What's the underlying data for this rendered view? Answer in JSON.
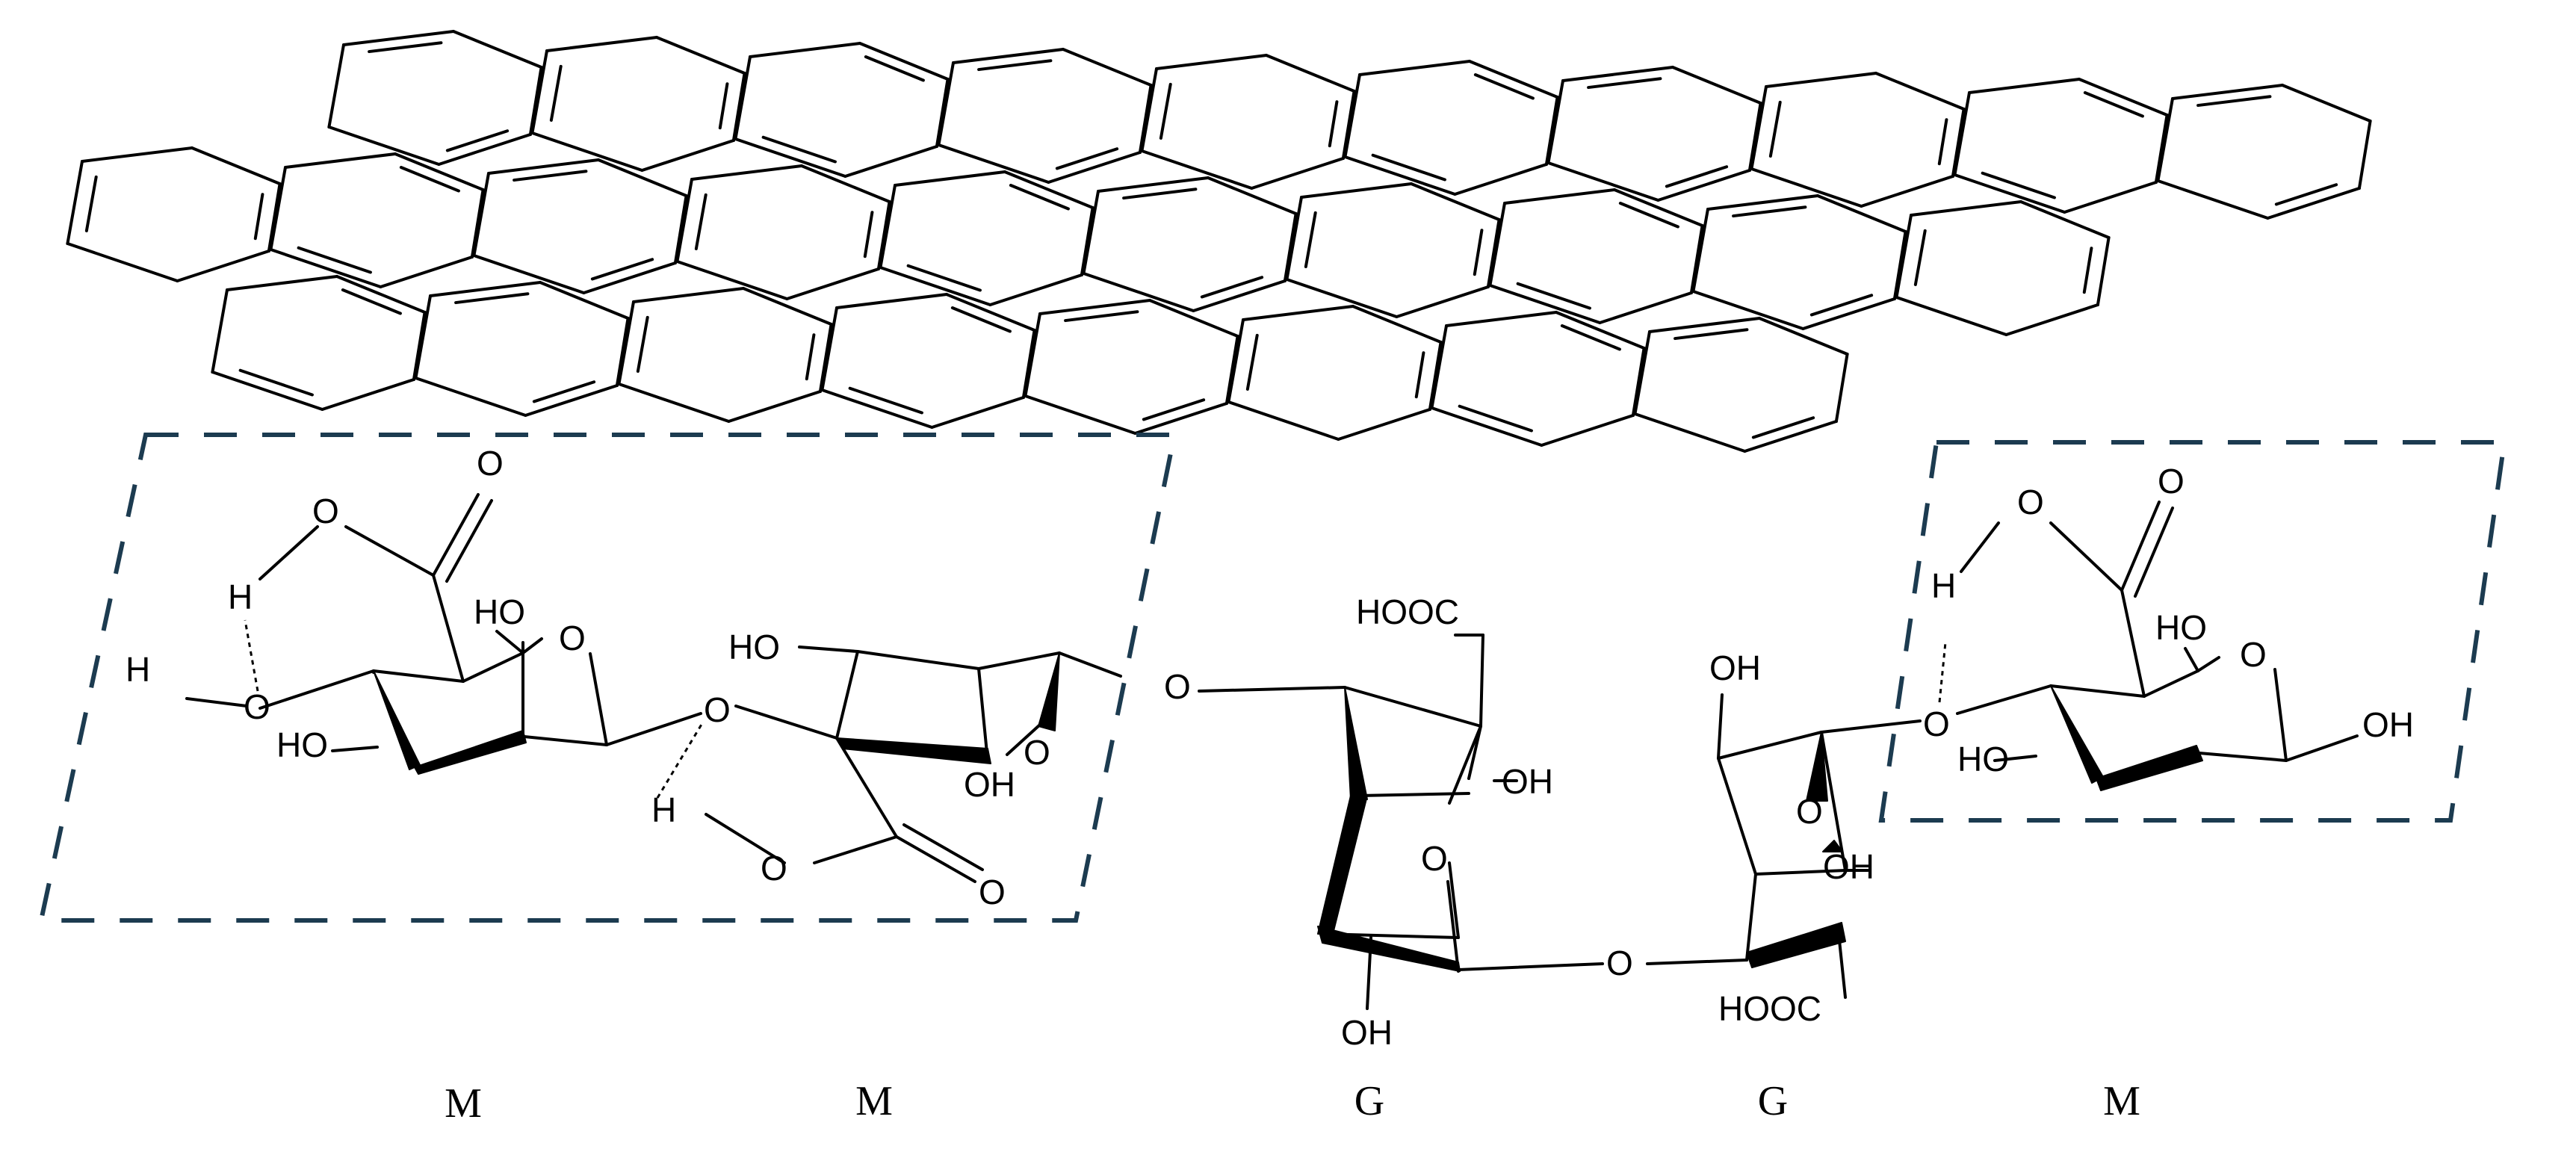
{
  "diagram": {
    "sheet_rings": {
      "rows": 3,
      "columns": 10
    },
    "atoms": {
      "O": "O",
      "H": "H",
      "HO": "HO",
      "OH": "OH",
      "HOOC": "HOOC"
    },
    "units": [
      "M",
      "M",
      "G",
      "G",
      "M"
    ],
    "colors": {
      "box": "#1c3b50",
      "ink": "#000000",
      "background": "#ffffff"
    }
  }
}
